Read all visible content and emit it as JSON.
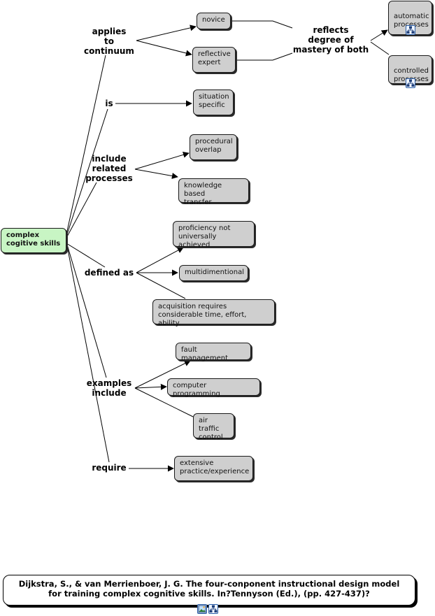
{
  "root": "complex\ncogitive skills",
  "links": {
    "applies": "applies\nto\ncontinuum",
    "is": "is",
    "include": "include\nrelated\nprocesses",
    "defined": "defined as",
    "examples": "examples\ninclude",
    "require": "require",
    "reflects": "reflects\ndegree of\nmastery of both"
  },
  "concepts": {
    "novice": "novice",
    "reflective": "reflective\nexpert",
    "automatic": "automatic\nprocesses",
    "controlled": "controlled\nprocesses",
    "situation": "situation\nspecific",
    "procedural": "procedural\noverlap",
    "knowledge": "knowledge based\ntransfer",
    "proficiency": "proficiency not\nuniversally achieved",
    "multi": "multidimentional",
    "acquisition": "acquisition requires\nconsiderable time, effort, ability",
    "fault": "fault management",
    "programming": "computer programming",
    "air": "air traffic\ncontrol",
    "extensive": "extensive\npractice/experience"
  },
  "citation": "Dijkstra, S., & van Merrienboer,  J. G. The four-conponent instructional design model\nfor training complex cognitive skills. In?Tennyson (Ed.), (pp. 427-437)?",
  "icons": {
    "concept_map": "concept-map-icon",
    "image": "image-icon"
  }
}
